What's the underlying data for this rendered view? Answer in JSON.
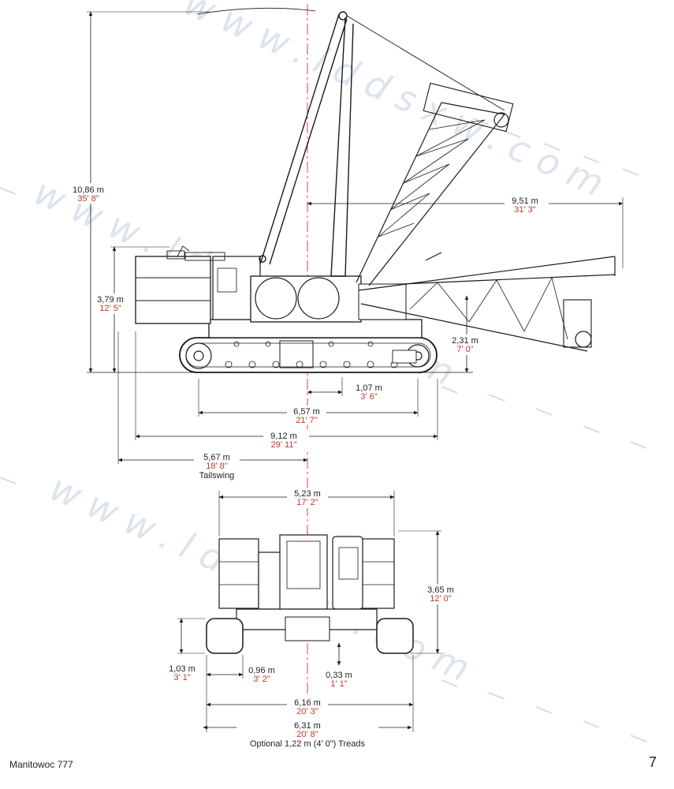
{
  "footer": {
    "model": "Manitowoc 777",
    "page": "7"
  },
  "watermark": {
    "text": "www.lddsxw.com"
  },
  "colors": {
    "metric": "#222222",
    "imperial": "#c0392b",
    "line": "#1a1a1a",
    "centerline": "#d0312d"
  },
  "side_view": {
    "dims": {
      "overall_height": {
        "m": "10,86 m",
        "ft": "35' 8\""
      },
      "radius": {
        "m": "9,51 m",
        "ft": "31' 3\""
      },
      "counterweight_height": {
        "m": "3,79 m",
        "ft": "12' 5\""
      },
      "boom_foot_height": {
        "m": "2,31 m",
        "ft": "7' 0\""
      },
      "offset": {
        "m": "1,07 m",
        "ft": "3' 6\""
      },
      "track_length": {
        "m": "6,57 m",
        "ft": "21' 7\""
      },
      "overall_length": {
        "m": "9,12 m",
        "ft": "29' 11\""
      },
      "tailswing": {
        "m": "5,67 m",
        "ft": "18' 8\"",
        "label": "Tailswing"
      }
    }
  },
  "front_view": {
    "dims": {
      "width_upper": {
        "m": "5,23 m",
        "ft": "17' 2\""
      },
      "height": {
        "m": "3,65 m",
        "ft": "12' 0\""
      },
      "track_height": {
        "m": "1,03 m",
        "ft": "3' 1\""
      },
      "tread_width": {
        "m": "0,96 m",
        "ft": "3' 2\""
      },
      "clearance": {
        "m": "0,33 m",
        "ft": "1' 1\""
      },
      "gauge": {
        "m": "6,16 m",
        "ft": "20' 3\""
      },
      "overall_width": {
        "m": "6,31 m",
        "ft": "20' 8\"",
        "note": "Optional 1,22 m (4' 0\") Treads"
      }
    }
  }
}
